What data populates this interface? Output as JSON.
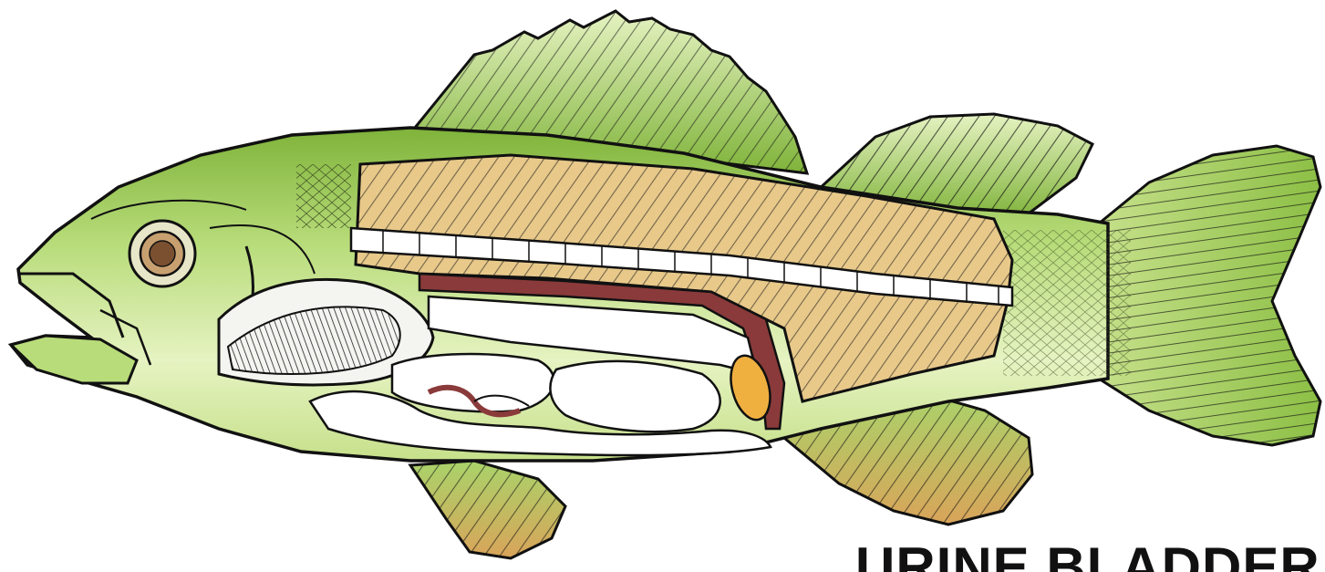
{
  "diagram": {
    "label": "URINE BLADDER",
    "colors": {
      "body_green": "#9fcf5a",
      "body_light": "#e4f2c0",
      "muscle_tan": "#e8c98a",
      "organ_white": "#ffffff",
      "kidney_maroon": "#8a3a3a",
      "bladder_orange": "#f0b040",
      "fin_dark": "#5a7a28",
      "outline": "#111111"
    },
    "parts": [
      "head",
      "eye",
      "mouth",
      "gill-cover",
      "gills",
      "spiny-dorsal-fin",
      "soft-dorsal-fin",
      "tail-fin",
      "pelvic-fin",
      "anal-fin",
      "muscle-segments",
      "vertebral-column",
      "kidney",
      "swim-bladder",
      "stomach",
      "intestines",
      "liver",
      "urine-bladder",
      "scales"
    ]
  }
}
